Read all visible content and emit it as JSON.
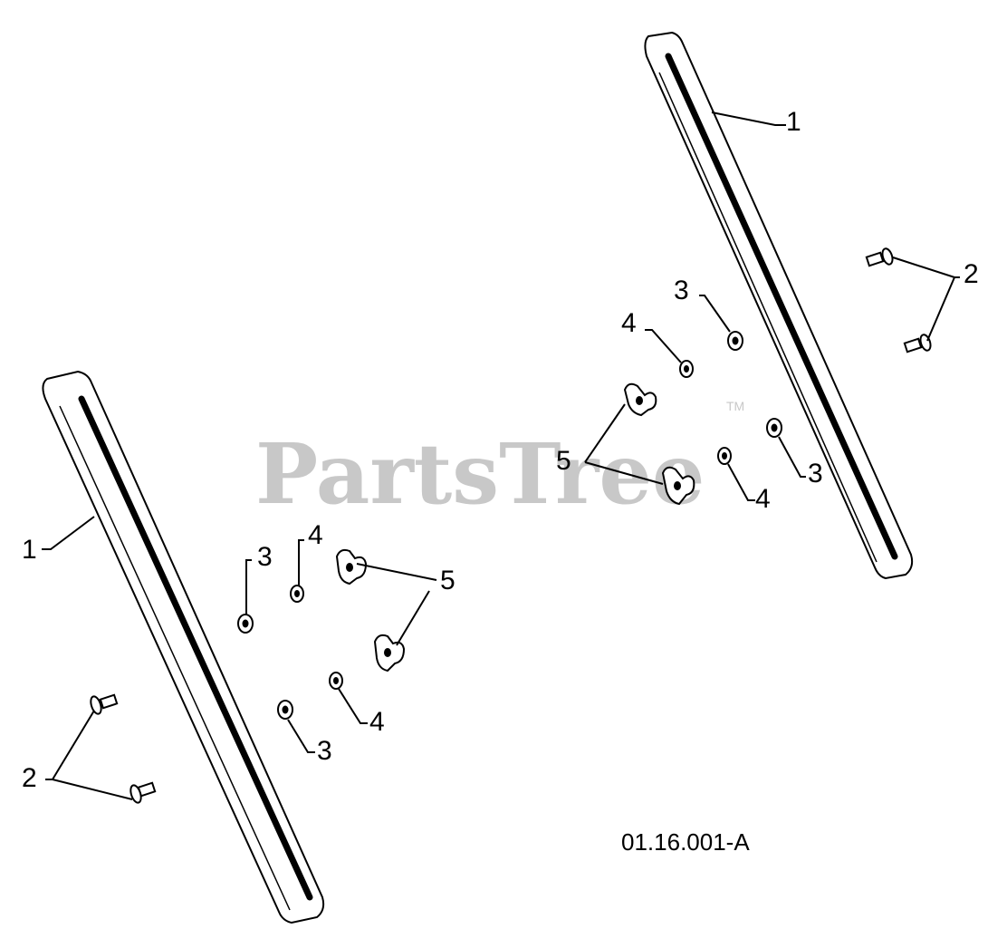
{
  "watermark": {
    "text": "PartsTree",
    "trademark": "TM"
  },
  "figure_id": "01.16.001-A",
  "callouts": {
    "rail_right": "1",
    "rail_left": "1",
    "bolts_right": "2",
    "bolts_left": "2",
    "washer_r_upper": "3",
    "washer_r_lower": "3",
    "washer_l_upper": "3",
    "washer_l_lower": "3",
    "nut_r_upper": "4",
    "nut_r_lower": "4",
    "nut_l_upper": "4",
    "nut_l_lower": "4",
    "wingnuts_right": "5",
    "wingnuts_left": "5"
  }
}
